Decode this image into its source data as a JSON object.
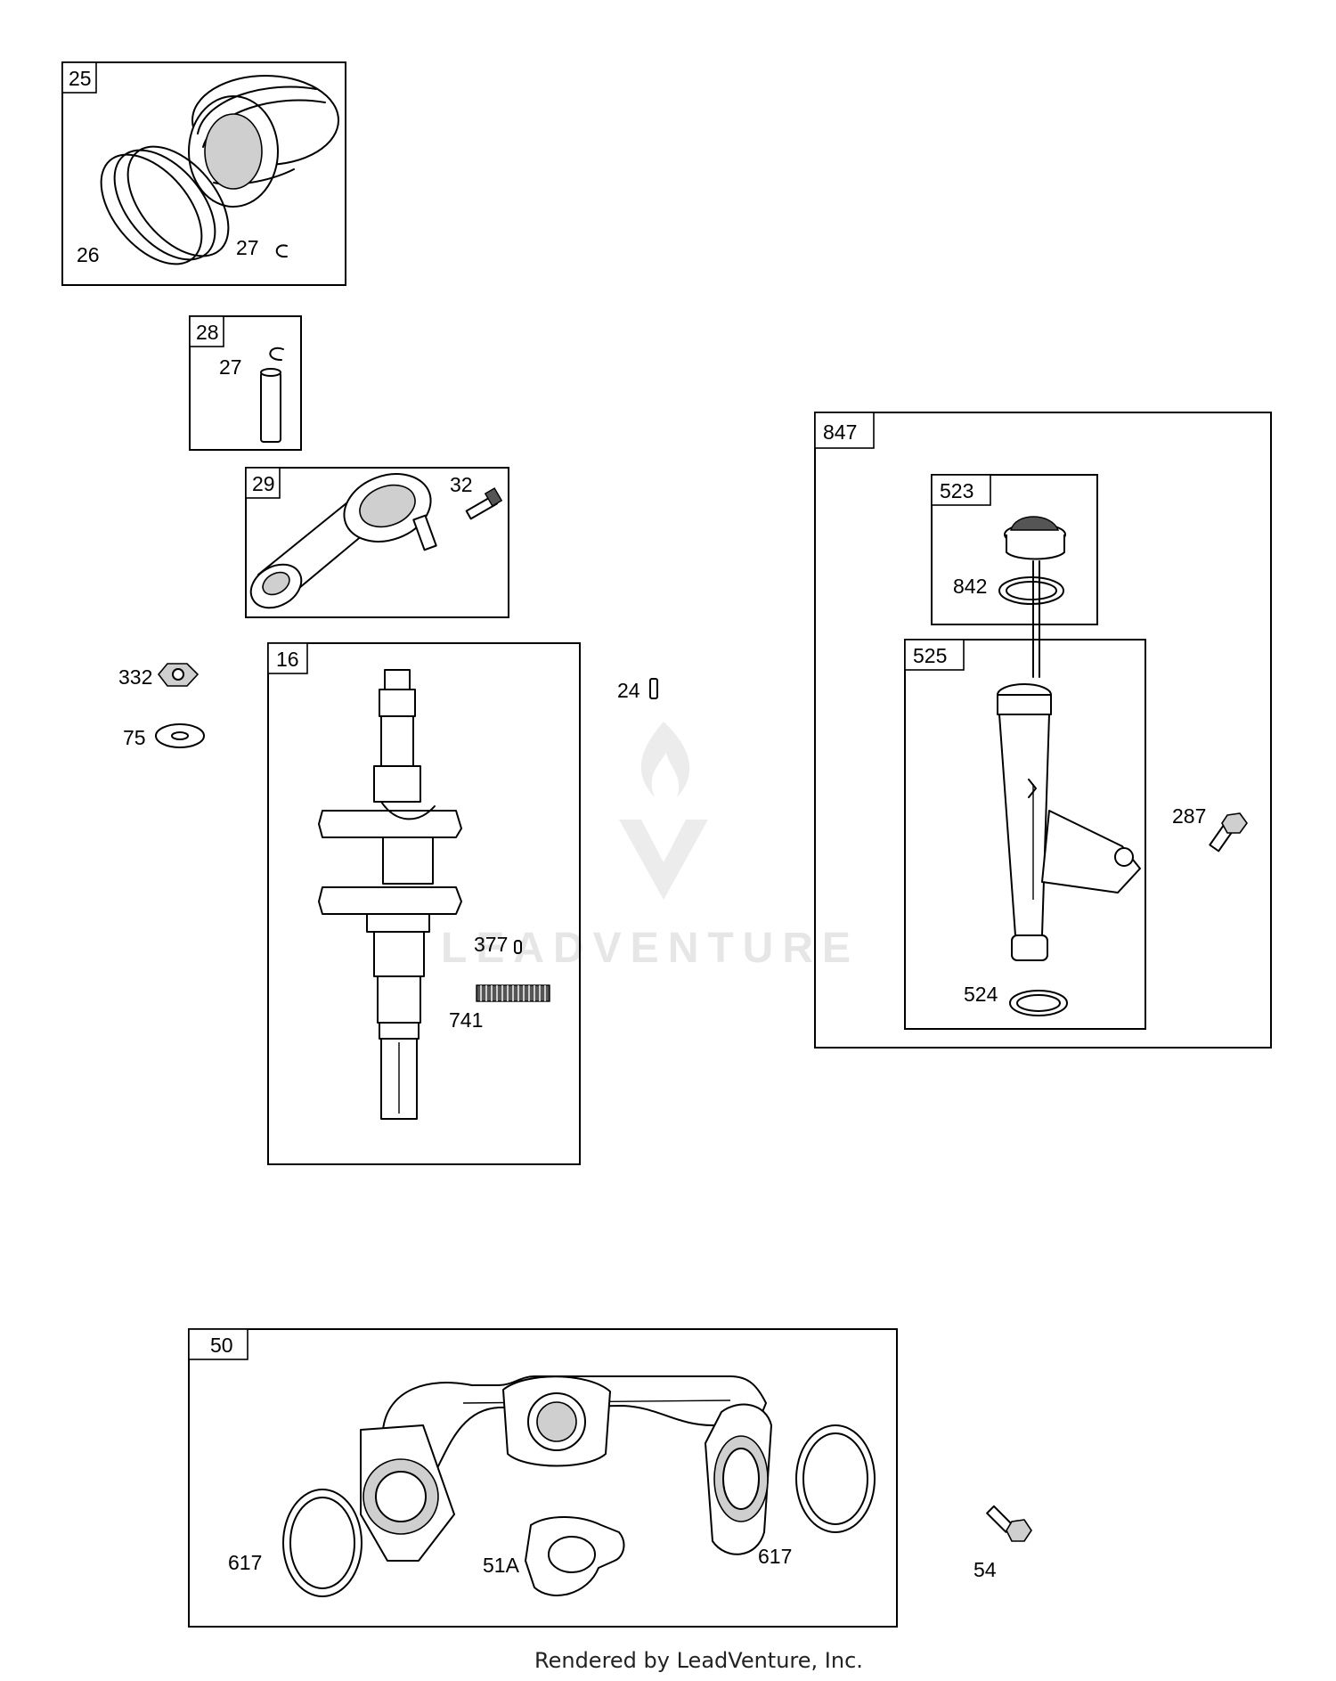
{
  "watermark": {
    "text": "LEADVENTURE"
  },
  "footer": {
    "text": "Rendered by LeadVenture, Inc."
  },
  "groups": {
    "g25": "25",
    "g28": "28",
    "g29": "29",
    "g16": "16",
    "g847": "847",
    "g523": "523",
    "g525": "525",
    "g50": "50"
  },
  "parts": {
    "p26": "26",
    "p27a": "27",
    "p27b": "27",
    "p32": "32",
    "p332": "332",
    "p75": "75",
    "p24": "24",
    "p377": "377",
    "p741": "741",
    "p842": "842",
    "p287": "287",
    "p524": "524",
    "p617a": "617",
    "p617b": "617",
    "p51a": "51A",
    "p54": "54"
  }
}
